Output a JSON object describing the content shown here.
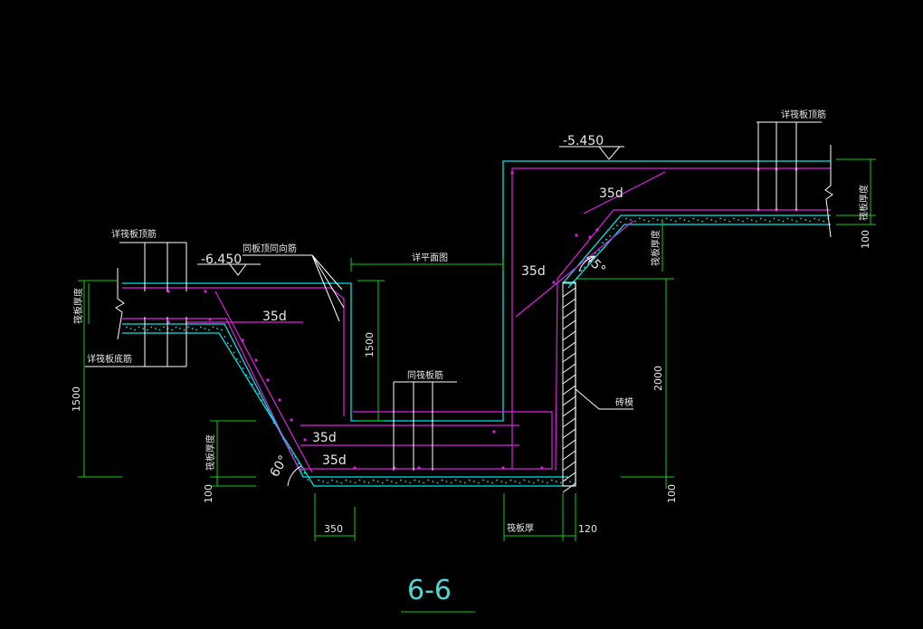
{
  "colors": {
    "background": "#000000",
    "concrete": "#00e5e5",
    "rebar": "#e020e0",
    "dimension": "#10d010",
    "text": "#e8e8e8",
    "white": "#ffffff",
    "title": "#4fd6d6"
  },
  "elevations": {
    "left": "-6.450",
    "right": "-5.450"
  },
  "labels": {
    "top_rebar_left": "详筏板顶筋",
    "top_rebar_right": "详筏板顶筋",
    "bottom_rebar_left": "详筏板底筋",
    "same_direction_top": "同板顶同向筋",
    "plan_ref": "详平面图",
    "same_slab": "同筏板筋",
    "brick_wall": "砖模",
    "slab_thk_left": "筏板厚度",
    "slab_thk_right": "筏板厚度",
    "slab_thk_mid": "筏板厚度",
    "slab_thk_pit": "筏板厚度",
    "slab_thk_bottom": "筏板厚"
  },
  "anchorage": {
    "a1": "35d",
    "a2": "35d",
    "a3": "35d",
    "a4": "35d",
    "a5": "35d"
  },
  "angles": {
    "left": "60°",
    "right": "45°"
  },
  "dimensions": {
    "d1500_left": "1500",
    "d1500_mid": "1500",
    "d2000": "2000",
    "d100_left": "100",
    "d100_right": "100",
    "d100_top": "100",
    "d350": "350",
    "d120": "120"
  },
  "section_title": "6-6"
}
